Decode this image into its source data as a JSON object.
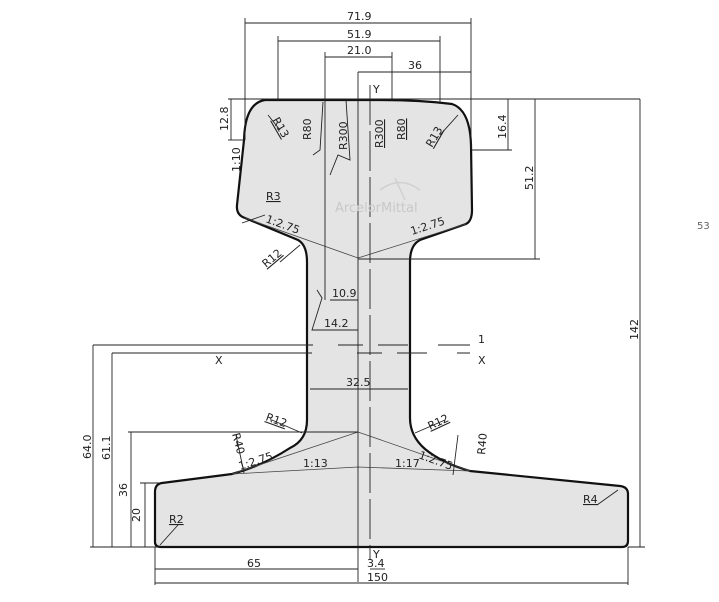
{
  "title": "Rail profile cross-section drawing",
  "watermark": "ArcelorMittal",
  "side_number": "53",
  "colors": {
    "profile_fill": "#e4e4e4",
    "outline": "#111111"
  },
  "dims": {
    "head_width": "71.9",
    "crown_width": "51.9",
    "crown_center": "21.0",
    "half_head": "36",
    "y_top": "Y",
    "y_bottom": "Y",
    "head_left_height": "12.8",
    "head_right_height": "16.4",
    "head_depth": "51.2",
    "total_height": "142",
    "web_a": "10.9",
    "web_b": "14.2",
    "web_thickness": "32.5",
    "axis_1": "1",
    "axis_x_left": "X",
    "axis_x_right": "X",
    "h_64": "64.0",
    "h_61": "61.1",
    "h_36": "36",
    "h_20": "20",
    "foot_half": "65",
    "offset": "3.4",
    "foot_width": "150"
  },
  "radii": {
    "r13_left": "R13",
    "r80_left": "R80",
    "r300_left": "R300",
    "r300_right": "R300",
    "r80_right": "R80",
    "r13_right": "R13",
    "r3": "R3",
    "r12_head": "R12",
    "r12_foot_left": "R12",
    "r12_foot_right": "R12",
    "r40_left": "R40",
    "r40_right": "R40",
    "r2": "R2",
    "r4": "R4"
  },
  "slopes": {
    "side_1_10": "1:10",
    "head_left": "1:2.75",
    "head_right": "1:2.75",
    "foot_left": "1:2.75",
    "foot_right": "1:2.75",
    "foot_1_13": "1:13",
    "foot_1_17": "1:17"
  }
}
